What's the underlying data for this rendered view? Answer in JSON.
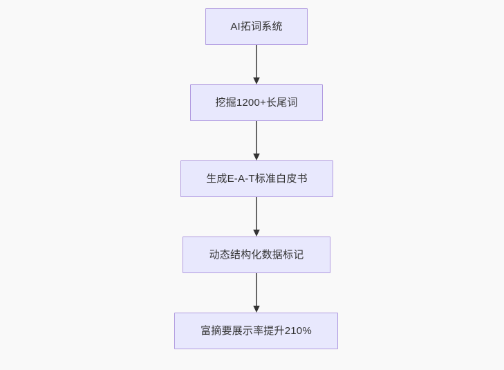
{
  "diagram": {
    "type": "flowchart",
    "orientation": "top-to-bottom",
    "background_color": "#f9f9f9",
    "node_fill_color": "#e8e8fd",
    "node_border_color": "#b09ae0",
    "node_text_color": "#333333",
    "edge_color": "#666666",
    "arrowhead_color": "#333333",
    "nodes": [
      {
        "id": "n1",
        "label": "AI拓词系统"
      },
      {
        "id": "n2",
        "label": "挖掘1200+长尾词"
      },
      {
        "id": "n3",
        "label": "生成E-A-T标准白皮书"
      },
      {
        "id": "n4",
        "label": "动态结构化数据标记"
      },
      {
        "id": "n5",
        "label": "富摘要展示率提升210%"
      }
    ],
    "edges": [
      {
        "from": "n1",
        "to": "n2"
      },
      {
        "from": "n2",
        "to": "n3"
      },
      {
        "from": "n3",
        "to": "n4"
      },
      {
        "from": "n4",
        "to": "n5"
      }
    ]
  }
}
